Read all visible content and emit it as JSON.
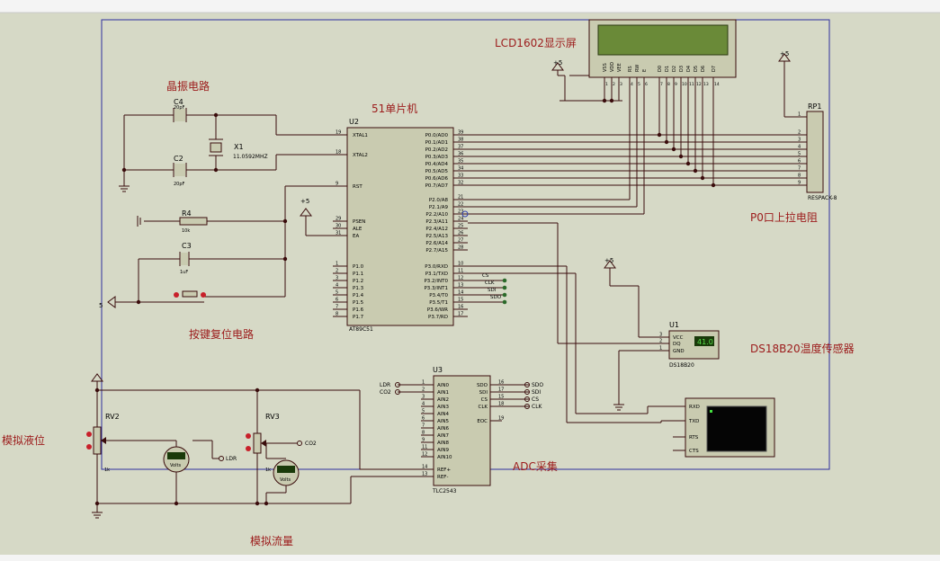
{
  "labels": {
    "lcd_title": "LCD1602显示屏",
    "crystal_title": "晶振电路",
    "mcu_title": "51单片机",
    "pullup_title": "P0口上拉电阻",
    "reset_title": "按键复位电路",
    "ds18b20_title": "DS18B20温度传感器",
    "level_title": "模拟液位",
    "flow_title": "模拟流量",
    "adc_title": "ADC采集"
  },
  "mcu": {
    "ref": "U2",
    "part": "AT89C51",
    "left_pins": [
      {
        "num": "19",
        "name": "XTAL1"
      },
      {
        "num": "18",
        "name": "XTAL2"
      },
      {
        "num": "9",
        "name": "RST"
      },
      {
        "num": "29",
        "name": "PSEN"
      },
      {
        "num": "30",
        "name": "ALE"
      },
      {
        "num": "31",
        "name": "EA"
      },
      {
        "num": "1",
        "name": "P1.0"
      },
      {
        "num": "2",
        "name": "P1.1"
      },
      {
        "num": "3",
        "name": "P1.2"
      },
      {
        "num": "4",
        "name": "P1.3"
      },
      {
        "num": "5",
        "name": "P1.4"
      },
      {
        "num": "6",
        "name": "P1.5"
      },
      {
        "num": "7",
        "name": "P1.6"
      },
      {
        "num": "8",
        "name": "P1.7"
      }
    ],
    "right_pins": [
      {
        "num": "39",
        "name": "P0.0/AD0"
      },
      {
        "num": "38",
        "name": "P0.1/AD1"
      },
      {
        "num": "37",
        "name": "P0.2/AD2"
      },
      {
        "num": "36",
        "name": "P0.3/AD3"
      },
      {
        "num": "35",
        "name": "P0.4/AD4"
      },
      {
        "num": "34",
        "name": "P0.5/AD5"
      },
      {
        "num": "33",
        "name": "P0.6/AD6"
      },
      {
        "num": "32",
        "name": "P0.7/AD7"
      },
      {
        "num": "21",
        "name": "P2.0/A8"
      },
      {
        "num": "22",
        "name": "P2.1/A9"
      },
      {
        "num": "23",
        "name": "P2.2/A10"
      },
      {
        "num": "24",
        "name": "P2.3/A11"
      },
      {
        "num": "25",
        "name": "P2.4/A12"
      },
      {
        "num": "26",
        "name": "P2.5/A13"
      },
      {
        "num": "27",
        "name": "P2.6/A14"
      },
      {
        "num": "28",
        "name": "P2.7/A15"
      },
      {
        "num": "10",
        "name": "P3.0/RXD"
      },
      {
        "num": "11",
        "name": "P3.1/TXD"
      },
      {
        "num": "12",
        "name": "P3.2/INT0"
      },
      {
        "num": "13",
        "name": "P3.3/INT1"
      },
      {
        "num": "14",
        "name": "P3.4/T0"
      },
      {
        "num": "15",
        "name": "P3.5/T1"
      },
      {
        "num": "16",
        "name": "P3.6/WR"
      },
      {
        "num": "17",
        "name": "P3.7/RD"
      }
    ]
  },
  "p3_nets": [
    "CS",
    "CLK",
    "SDI",
    "SDO"
  ],
  "adc": {
    "ref": "U3",
    "part": "TLC2543",
    "left_pins": [
      {
        "num": "1",
        "name": "AIN0"
      },
      {
        "num": "2",
        "name": "AIN1"
      },
      {
        "num": "3",
        "name": "AIN2"
      },
      {
        "num": "4",
        "name": "AIN3"
      },
      {
        "num": "5",
        "name": "AIN4"
      },
      {
        "num": "6",
        "name": "AIN5"
      },
      {
        "num": "7",
        "name": "AIN6"
      },
      {
        "num": "8",
        "name": "AIN7"
      },
      {
        "num": "9",
        "name": "AIN8"
      },
      {
        "num": "11",
        "name": "AIN9"
      },
      {
        "num": "12",
        "name": "AIN10"
      },
      {
        "num": "14",
        "name": "REF+"
      },
      {
        "num": "13",
        "name": "REF-"
      }
    ],
    "right_pins": [
      {
        "num": "16",
        "name": "SDO"
      },
      {
        "num": "17",
        "name": "SDI"
      },
      {
        "num": "15",
        "name": "CS"
      },
      {
        "num": "18",
        "name": "CLK"
      },
      {
        "num": "19",
        "name": "EOC"
      }
    ],
    "right_nets": [
      "SDO",
      "SDI",
      "CS",
      "CLK"
    ],
    "input_nets": [
      "LDR",
      "CO2"
    ]
  },
  "lcd": {
    "pins": [
      "VSS",
      "VDD",
      "VEE",
      "RS",
      "RW",
      "E",
      "D0",
      "D1",
      "D2",
      "D3",
      "D4",
      "D5",
      "D6",
      "D7"
    ],
    "pin_nums": [
      "1",
      "2",
      "3",
      "4",
      "5",
      "6",
      "7",
      "8",
      "9",
      "10",
      "11",
      "12",
      "13",
      "14"
    ]
  },
  "rp1": {
    "ref": "RP1",
    "part": "RESPACK-8",
    "pins": [
      "1",
      "2",
      "3",
      "4",
      "5",
      "6",
      "7",
      "8",
      "9"
    ]
  },
  "u1": {
    "ref": "U1",
    "part": "DS18B20",
    "pins": [
      {
        "num": "3",
        "name": "VCC"
      },
      {
        "num": "2",
        "name": "DQ"
      },
      {
        "num": "1",
        "name": "GND"
      }
    ],
    "display": "41.0"
  },
  "terminal": {
    "pins": [
      "RXD",
      "TXD",
      "RTS",
      "CTS"
    ]
  },
  "components": {
    "c4": {
      "ref": "C4",
      "value": "20pF"
    },
    "c2": {
      "ref": "C2",
      "value": "20pF"
    },
    "x1": {
      "ref": "X1",
      "value": "11.0592MHZ"
    },
    "r4": {
      "ref": "R4",
      "value": "10k"
    },
    "c3": {
      "ref": "C3",
      "value": "1uF"
    },
    "rv2": {
      "ref": "RV2",
      "value": "1k"
    },
    "rv3": {
      "ref": "RV3",
      "value": "1k"
    }
  },
  "power": {
    "plus5": "+5",
    "five": "5"
  },
  "voltmeter": {
    "unit": "Volts"
  },
  "nets": {
    "ldr": "LDR",
    "co2": "CO2"
  }
}
